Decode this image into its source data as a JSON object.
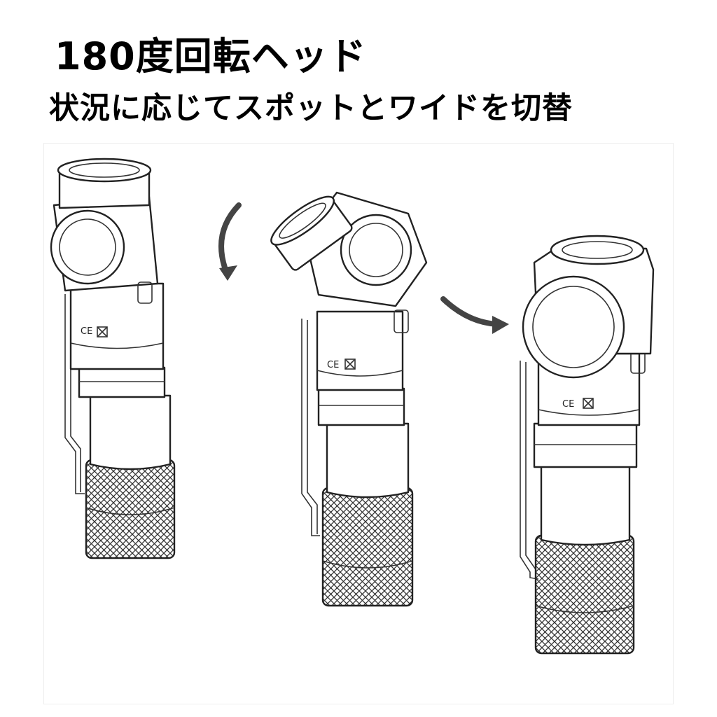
{
  "title": "180度回転ヘッド",
  "subtitle": "状況に応じてスポットとワイドを切替",
  "illustration": {
    "lights": [
      {
        "head_angle": "0"
      },
      {
        "head_angle": "45"
      },
      {
        "head_angle": "90"
      }
    ],
    "markings": [
      "CE"
    ],
    "colors": {
      "line": "#222222",
      "knurl": "#333333",
      "arrow": "#444444"
    }
  }
}
